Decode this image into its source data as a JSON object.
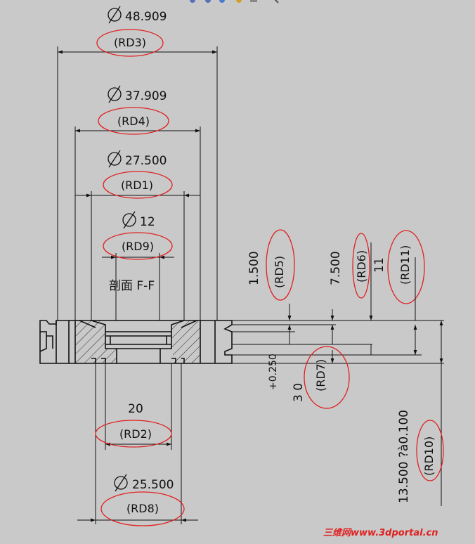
{
  "section_title": "剖面 F-F",
  "dimensions": {
    "d48909": {
      "value": "48.909",
      "ref": "(RD3)"
    },
    "d37909": {
      "value": "37.909",
      "ref": "(RD4)"
    },
    "d27500": {
      "value": "27.500",
      "ref": "(RD1)"
    },
    "d12": {
      "value": "12",
      "ref": "(RD9)"
    },
    "w20": {
      "value": "20",
      "ref": "(RD2)"
    },
    "d25500": {
      "value": "25.500",
      "ref": "(RD8)"
    },
    "v1500": {
      "value": "1.500",
      "ref": "(RD5)"
    },
    "v7500": {
      "value": "7.500",
      "ref": "(RD6)"
    },
    "v11": {
      "value": "11",
      "ref": "(RD11)"
    },
    "v30": {
      "value": "+0.250",
      "value2": "3  0",
      "ref": "(RD7)"
    },
    "v13500": {
      "value": "13.500 ?à0.100",
      "ref": "(RD10)"
    }
  },
  "watermark": "三维网www.3dportal.cn",
  "colors": {
    "background": "#c9c9c9",
    "line": "#111111",
    "highlight": "#e02020"
  },
  "toolbar_icons": [
    "zoom-icon",
    "zoom-out-icon",
    "rotate-icon",
    "pan-icon",
    "view-icon",
    "snap-icon"
  ]
}
